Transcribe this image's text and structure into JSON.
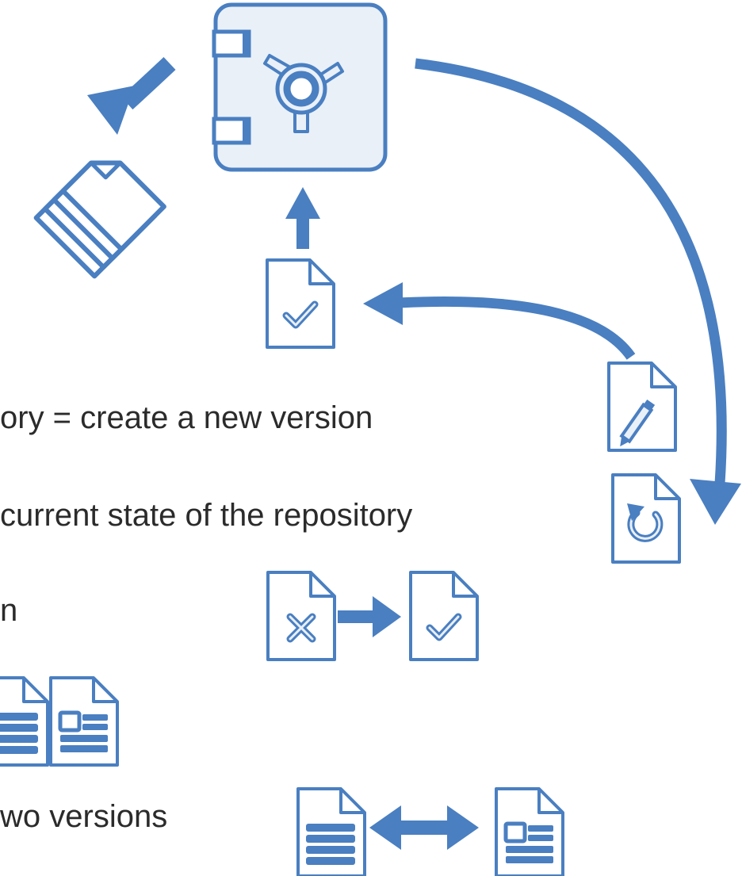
{
  "colors": {
    "accent": "#4a7fc1",
    "fill": "#e9f0f8",
    "text": "#2b2b2b"
  },
  "texts": {
    "line_commit": "ory = create a new version",
    "line_checkout": "current state of the repository",
    "line_fix": "n",
    "line_diff": "wo versions"
  },
  "icons": {
    "vault": "safe-icon",
    "stack": "document-stack-icon",
    "checked_doc": "checked-document-icon",
    "edit_doc": "edit-document-icon",
    "refresh_doc": "refresh-document-icon",
    "error_doc": "error-document-icon",
    "text_doc": "text-document-icon",
    "layout_doc": "layout-document-icon"
  }
}
